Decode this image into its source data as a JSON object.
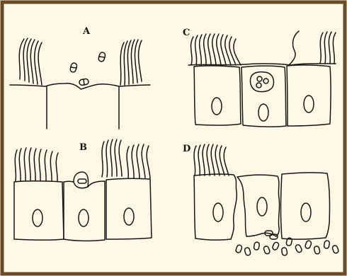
{
  "figure": {
    "panels": [
      {
        "label": "A"
      },
      {
        "label": "B"
      },
      {
        "label": "C"
      },
      {
        "label": "D"
      }
    ]
  },
  "colors": {
    "border": "#6b4a26",
    "background": "#fdf9e6",
    "ink": "#1a1410"
  }
}
